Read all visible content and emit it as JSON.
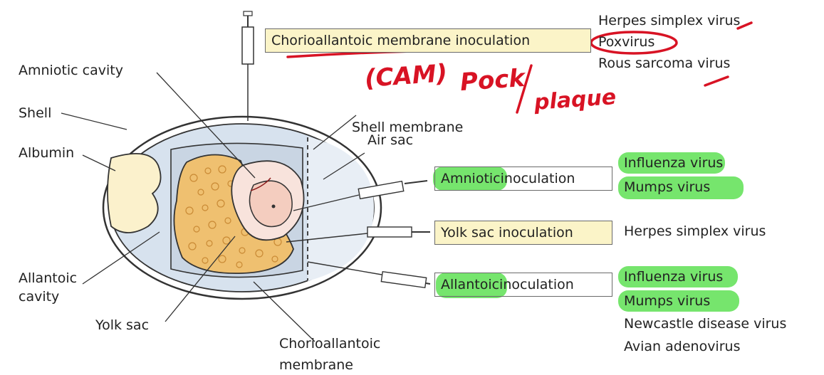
{
  "diagram": {
    "inoculations": {
      "cam": "Chorioallantoic membrane inoculation",
      "amniotic_highlighted": "Amniotic",
      "amniotic_rest": " inoculation",
      "yolk": "Yolk sac inoculation",
      "allantoic_highlighted": "Allantoic",
      "allantoic_rest": " inoculation"
    },
    "egg_labels": {
      "amniotic_cavity": "Amniotic cavity",
      "shell": "Shell",
      "albumin": "Albumin",
      "allantoic_cavity_line1": "Allantoic",
      "allantoic_cavity_line2": "cavity",
      "yolk_sac": "Yolk sac",
      "shell_membrane": "Shell membrane",
      "air_sac": "Air sac",
      "chorioallantoic_line1": "Chorioallantoic",
      "chorioallantoic_line2": "membrane"
    },
    "viruses": {
      "cam": [
        "Herpes simplex virus",
        "Poxvirus",
        "Rous sarcoma virus"
      ],
      "amniotic": [
        "Influenza virus",
        "Mumps virus"
      ],
      "yolk": [
        "Herpes simplex virus"
      ],
      "allantoic": [
        "Influenza virus",
        "Mumps virus",
        "Newcastle disease virus",
        "Avian adenovirus"
      ]
    },
    "handwritten": {
      "cam_abbrev": "(CAM)",
      "pock": "Pock",
      "plaque": "plaque"
    },
    "colors": {
      "box_fill": "#fbf4c8",
      "highlight": "#5ee054",
      "ink": "#d81324",
      "albumin": "#fbf1cc",
      "yolk": "#efc070",
      "cavity": "#d7e2ee",
      "embryo": "#f4cdbf"
    }
  }
}
